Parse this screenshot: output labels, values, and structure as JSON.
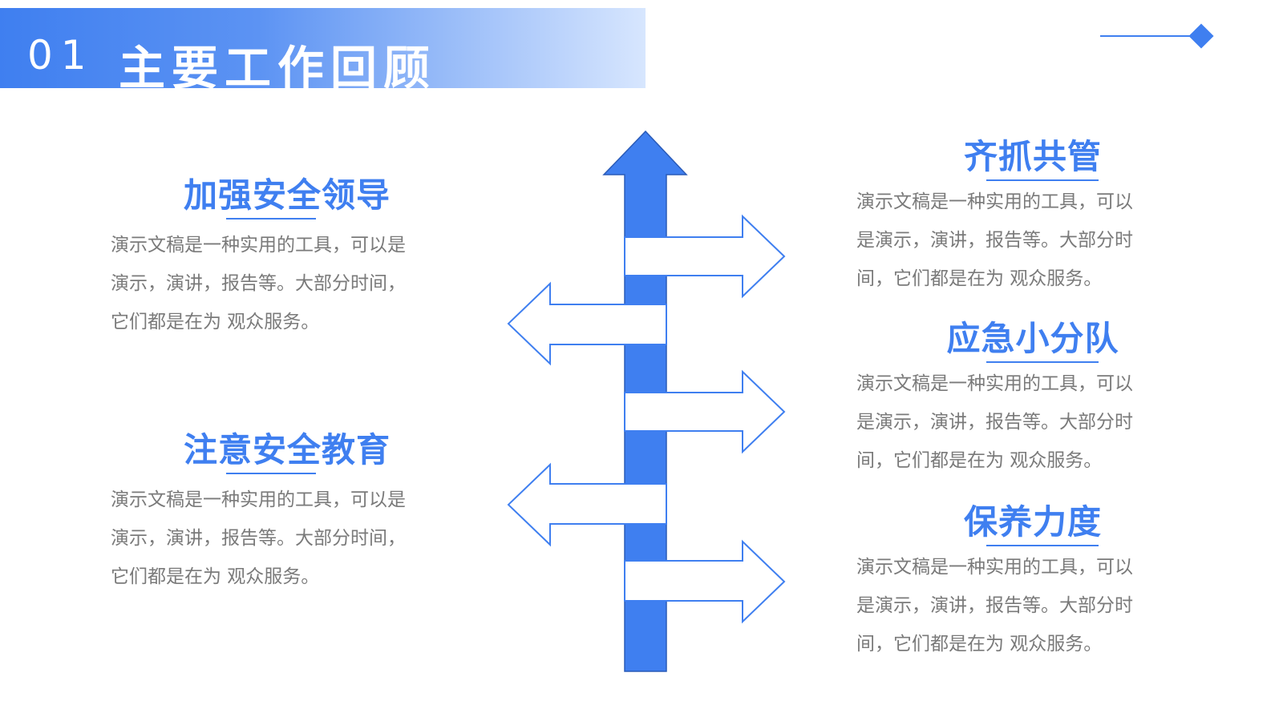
{
  "header": {
    "number": "01",
    "title": "主要工作回顾"
  },
  "colors": {
    "accent": "#3f7ff0",
    "body_text": "#7a7a7a",
    "background": "#ffffff"
  },
  "left_items": [
    {
      "title": "加强安全领导",
      "lines": [
        "演示文稿是一种实用的工具，可以是",
        "演示，演讲，报告等。大部分时间，",
        "它们都是在为 观众服务。"
      ]
    },
    {
      "title": "注意安全教育",
      "lines": [
        "演示文稿是一种实用的工具，可以是",
        "演示，演讲，报告等。大部分时间，",
        "它们都是在为 观众服务。"
      ]
    }
  ],
  "right_items": [
    {
      "title": "齐抓共管",
      "lines": [
        "演示文稿是一种实用的工具，可以",
        "是演示，演讲，报告等。大部分时",
        "间，它们都是在为 观众服务。"
      ]
    },
    {
      "title": "应急小分队",
      "lines": [
        "演示文稿是一种实用的工具，可以",
        "是演示，演讲，报告等。大部分时",
        "间，它们都是在为 观众服务。"
      ]
    },
    {
      "title": "保养力度",
      "lines": [
        "演示文稿是一种实用的工具，可以",
        "是演示，演讲，报告等。大部分时",
        "间，它们都是在为 观众服务。"
      ]
    }
  ],
  "icons": [
    "up-arrow-icon",
    "right-arrow-icon",
    "left-arrow-icon",
    "diamond-icon"
  ]
}
